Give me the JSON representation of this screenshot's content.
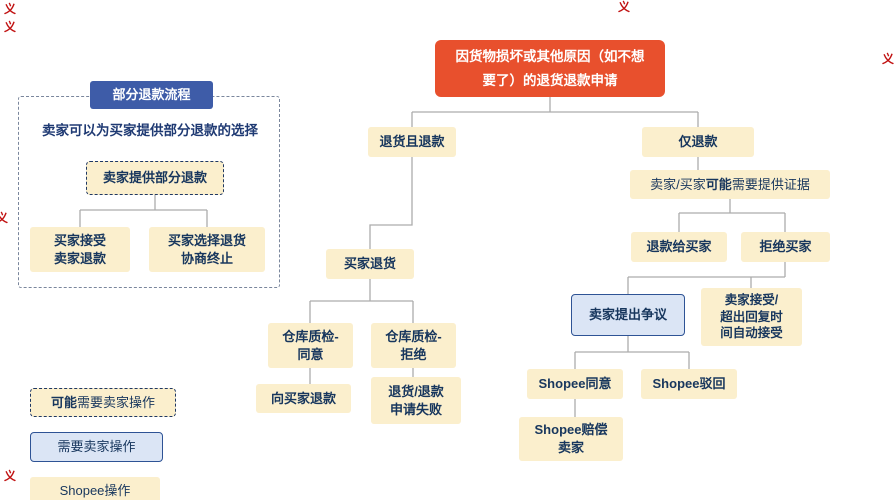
{
  "watermark": {
    "glyph": "义"
  },
  "root": {
    "label": "因货物损坏或其他原因（如不想\n要了）的退货退款申请"
  },
  "left_panel": {
    "title": "部分退款流程",
    "subtitle": "卖家可以为买家提供部分退款的选择",
    "offer": "卖家提供部分退款",
    "accept": "买家接受\n卖家退款",
    "negotiate": "买家选择退货\n协商终止"
  },
  "middle": {
    "return_and_refund": "退货且退款",
    "buyer_returns": "买家退货",
    "qc_agree": "仓库质检-\n同意",
    "qc_reject": "仓库质检-\n拒绝",
    "refund_buyer": "向买家退款",
    "request_failed": "退货/退款\n申请失败"
  },
  "right": {
    "refund_only": "仅退款",
    "evidence_pre": "卖家/买家",
    "evidence_bold": "可能",
    "evidence_post": "需要提供证据",
    "refund_to_buyer": "退款给买家",
    "reject_buyer": "拒绝买家",
    "seller_dispute": "卖家提出争议",
    "seller_accept": "卖家接受/\n超出回复时\n间自动接受",
    "shopee_agree": "Shopee同意",
    "shopee_reject": "Shopee驳回",
    "shopee_compensate": "Shopee赔偿\n卖家"
  },
  "legend": {
    "maybe_bold": "可能",
    "maybe_post": "需要卖家操作",
    "need_action": "需要卖家操作",
    "shopee_action": "Shopee操作"
  }
}
